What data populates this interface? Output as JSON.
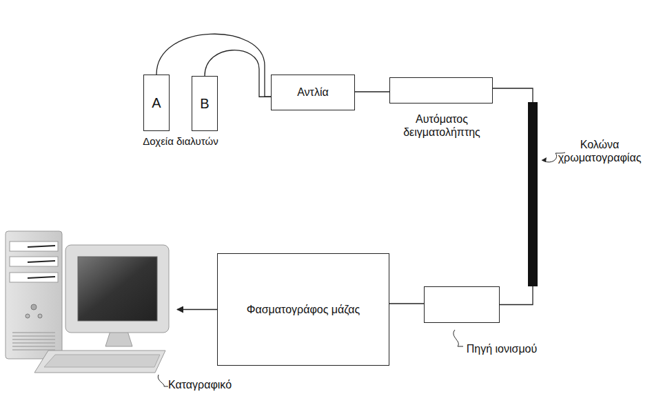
{
  "diagram": {
    "nodes": [
      {
        "text": [
          "A"
        ]
      },
      {
        "text": [
          "B"
        ]
      },
      {
        "text": [
          "Αντλία"
        ]
      },
      {
        "text": [
          "Αυτόματος δειγματολήπτης"
        ]
      },
      {
        "text": [
          "Κολώνα χρωματογραφίας"
        ]
      },
      {
        "text": [
          "Πηγή ιονισμού"
        ]
      },
      {
        "text": [
          "Φασματογράφος μάζας"
        ]
      },
      {
        "text": [
          "Καταγραφικό"
        ]
      }
    ],
    "edges": [
      {
        "from": 0,
        "to": 2,
        "arrow": "none"
      },
      {
        "from": 1,
        "to": 2,
        "arrow": "none"
      },
      {
        "from": 2,
        "to": 3,
        "arrow": "none"
      },
      {
        "from": 3,
        "to": 4,
        "arrow": "none"
      },
      {
        "from": 4,
        "to": 5,
        "arrow": "none"
      },
      {
        "from": 5,
        "to": 6,
        "arrow": "none"
      },
      {
        "from": 6,
        "to": 7,
        "arrow": "to"
      }
    ],
    "labels": [
      "Δοχεία διαλυτών"
    ]
  }
}
